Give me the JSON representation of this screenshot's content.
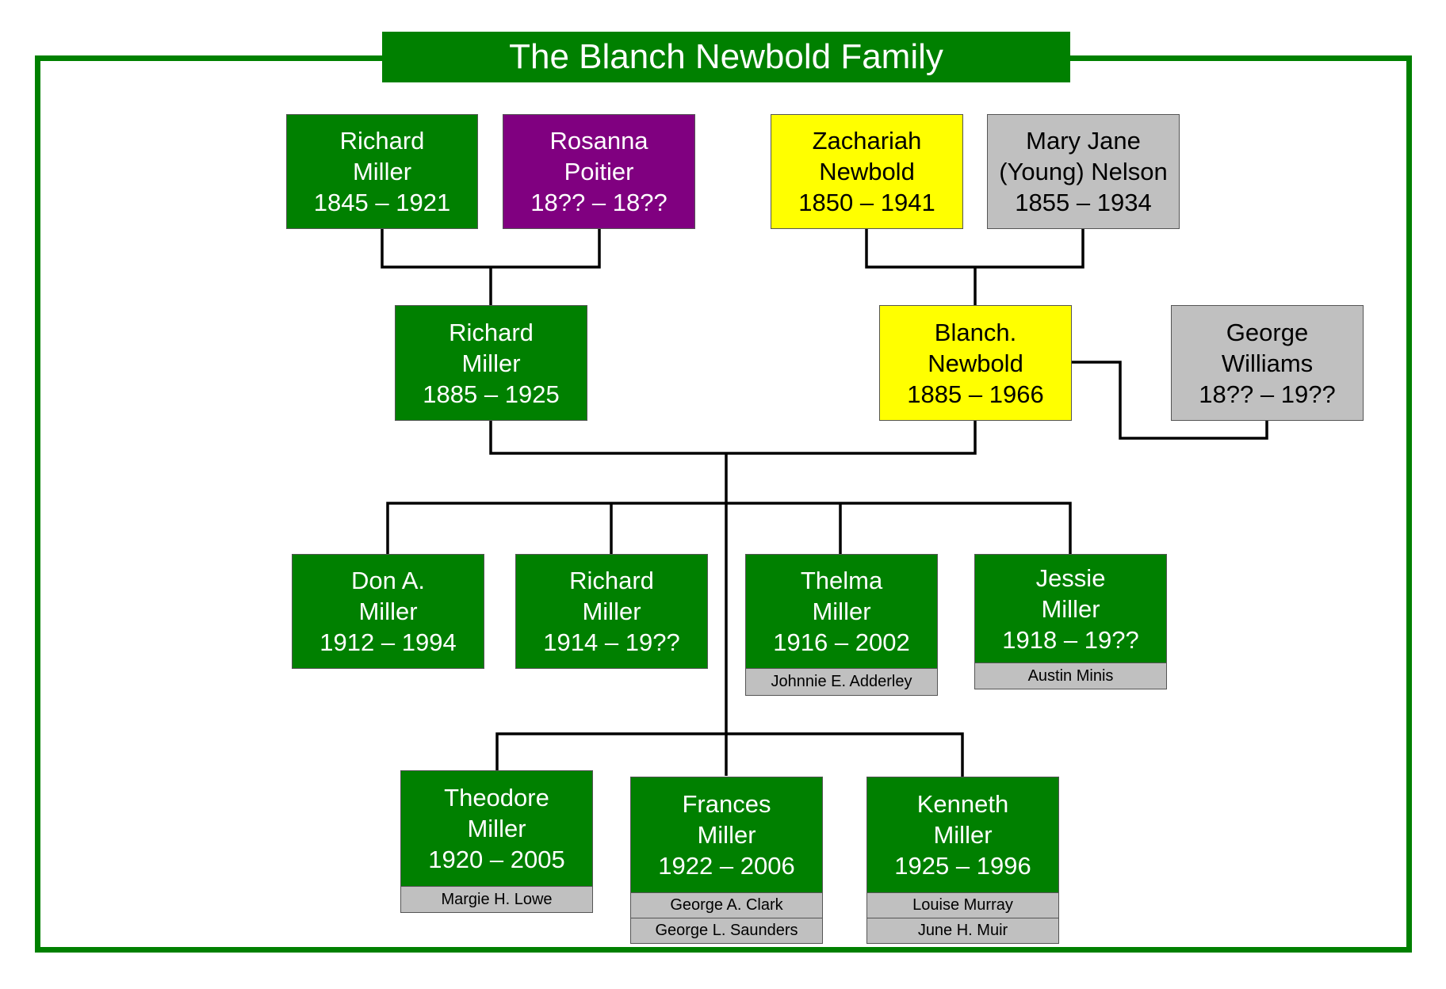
{
  "title": "The Blanch Newbold Family",
  "colors": {
    "frame": "#008000",
    "green": "#008000",
    "purple": "#800080",
    "yellow": "#ffff00",
    "gray": "#c0c0c0",
    "line": "#000000"
  },
  "people": {
    "richard_sr": {
      "first": "Richard",
      "last": "Miller",
      "dates": "1845 – 1921"
    },
    "rosanna": {
      "first": "Rosanna",
      "last": "Poitier",
      "dates": "18?? – 18??"
    },
    "zachariah": {
      "first": "Zachariah",
      "last": "Newbold",
      "dates": "1850 – 1941"
    },
    "mary_jane": {
      "first": "Mary Jane",
      "last": "(Young) Nelson",
      "dates": "1855 – 1934"
    },
    "richard_jr": {
      "first": "Richard",
      "last": "Miller",
      "dates": "1885 – 1925"
    },
    "blanch": {
      "first": "Blanch.",
      "last": "Newbold",
      "dates": "1885 – 1966"
    },
    "george_williams": {
      "first": "George",
      "last": "Williams",
      "dates": "18?? – 19??"
    },
    "don": {
      "first": "Don A.",
      "last": "Miller",
      "dates": "1912 – 1994"
    },
    "richard_3": {
      "first": "Richard",
      "last": "Miller",
      "dates": "1914 – 19??"
    },
    "thelma": {
      "first": "Thelma",
      "last": "Miller",
      "dates": "1916 – 2002",
      "spouses": [
        "Johnnie E. Adderley"
      ]
    },
    "jessie": {
      "first": "Jessie",
      "last": "Miller",
      "dates": "1918 – 19??",
      "spouses": [
        "Austin Minis"
      ]
    },
    "theodore": {
      "first": "Theodore",
      "last": "Miller",
      "dates": "1920 – 2005",
      "spouses": [
        "Margie H. Lowe"
      ]
    },
    "frances": {
      "first": "Frances",
      "last": "Miller",
      "dates": "1922 – 2006",
      "spouses": [
        "George A. Clark",
        "George L. Saunders"
      ]
    },
    "kenneth": {
      "first": "Kenneth",
      "last": "Miller",
      "dates": "1925 – 1996",
      "spouses": [
        "Louise Murray",
        "June H. Muir"
      ]
    }
  }
}
